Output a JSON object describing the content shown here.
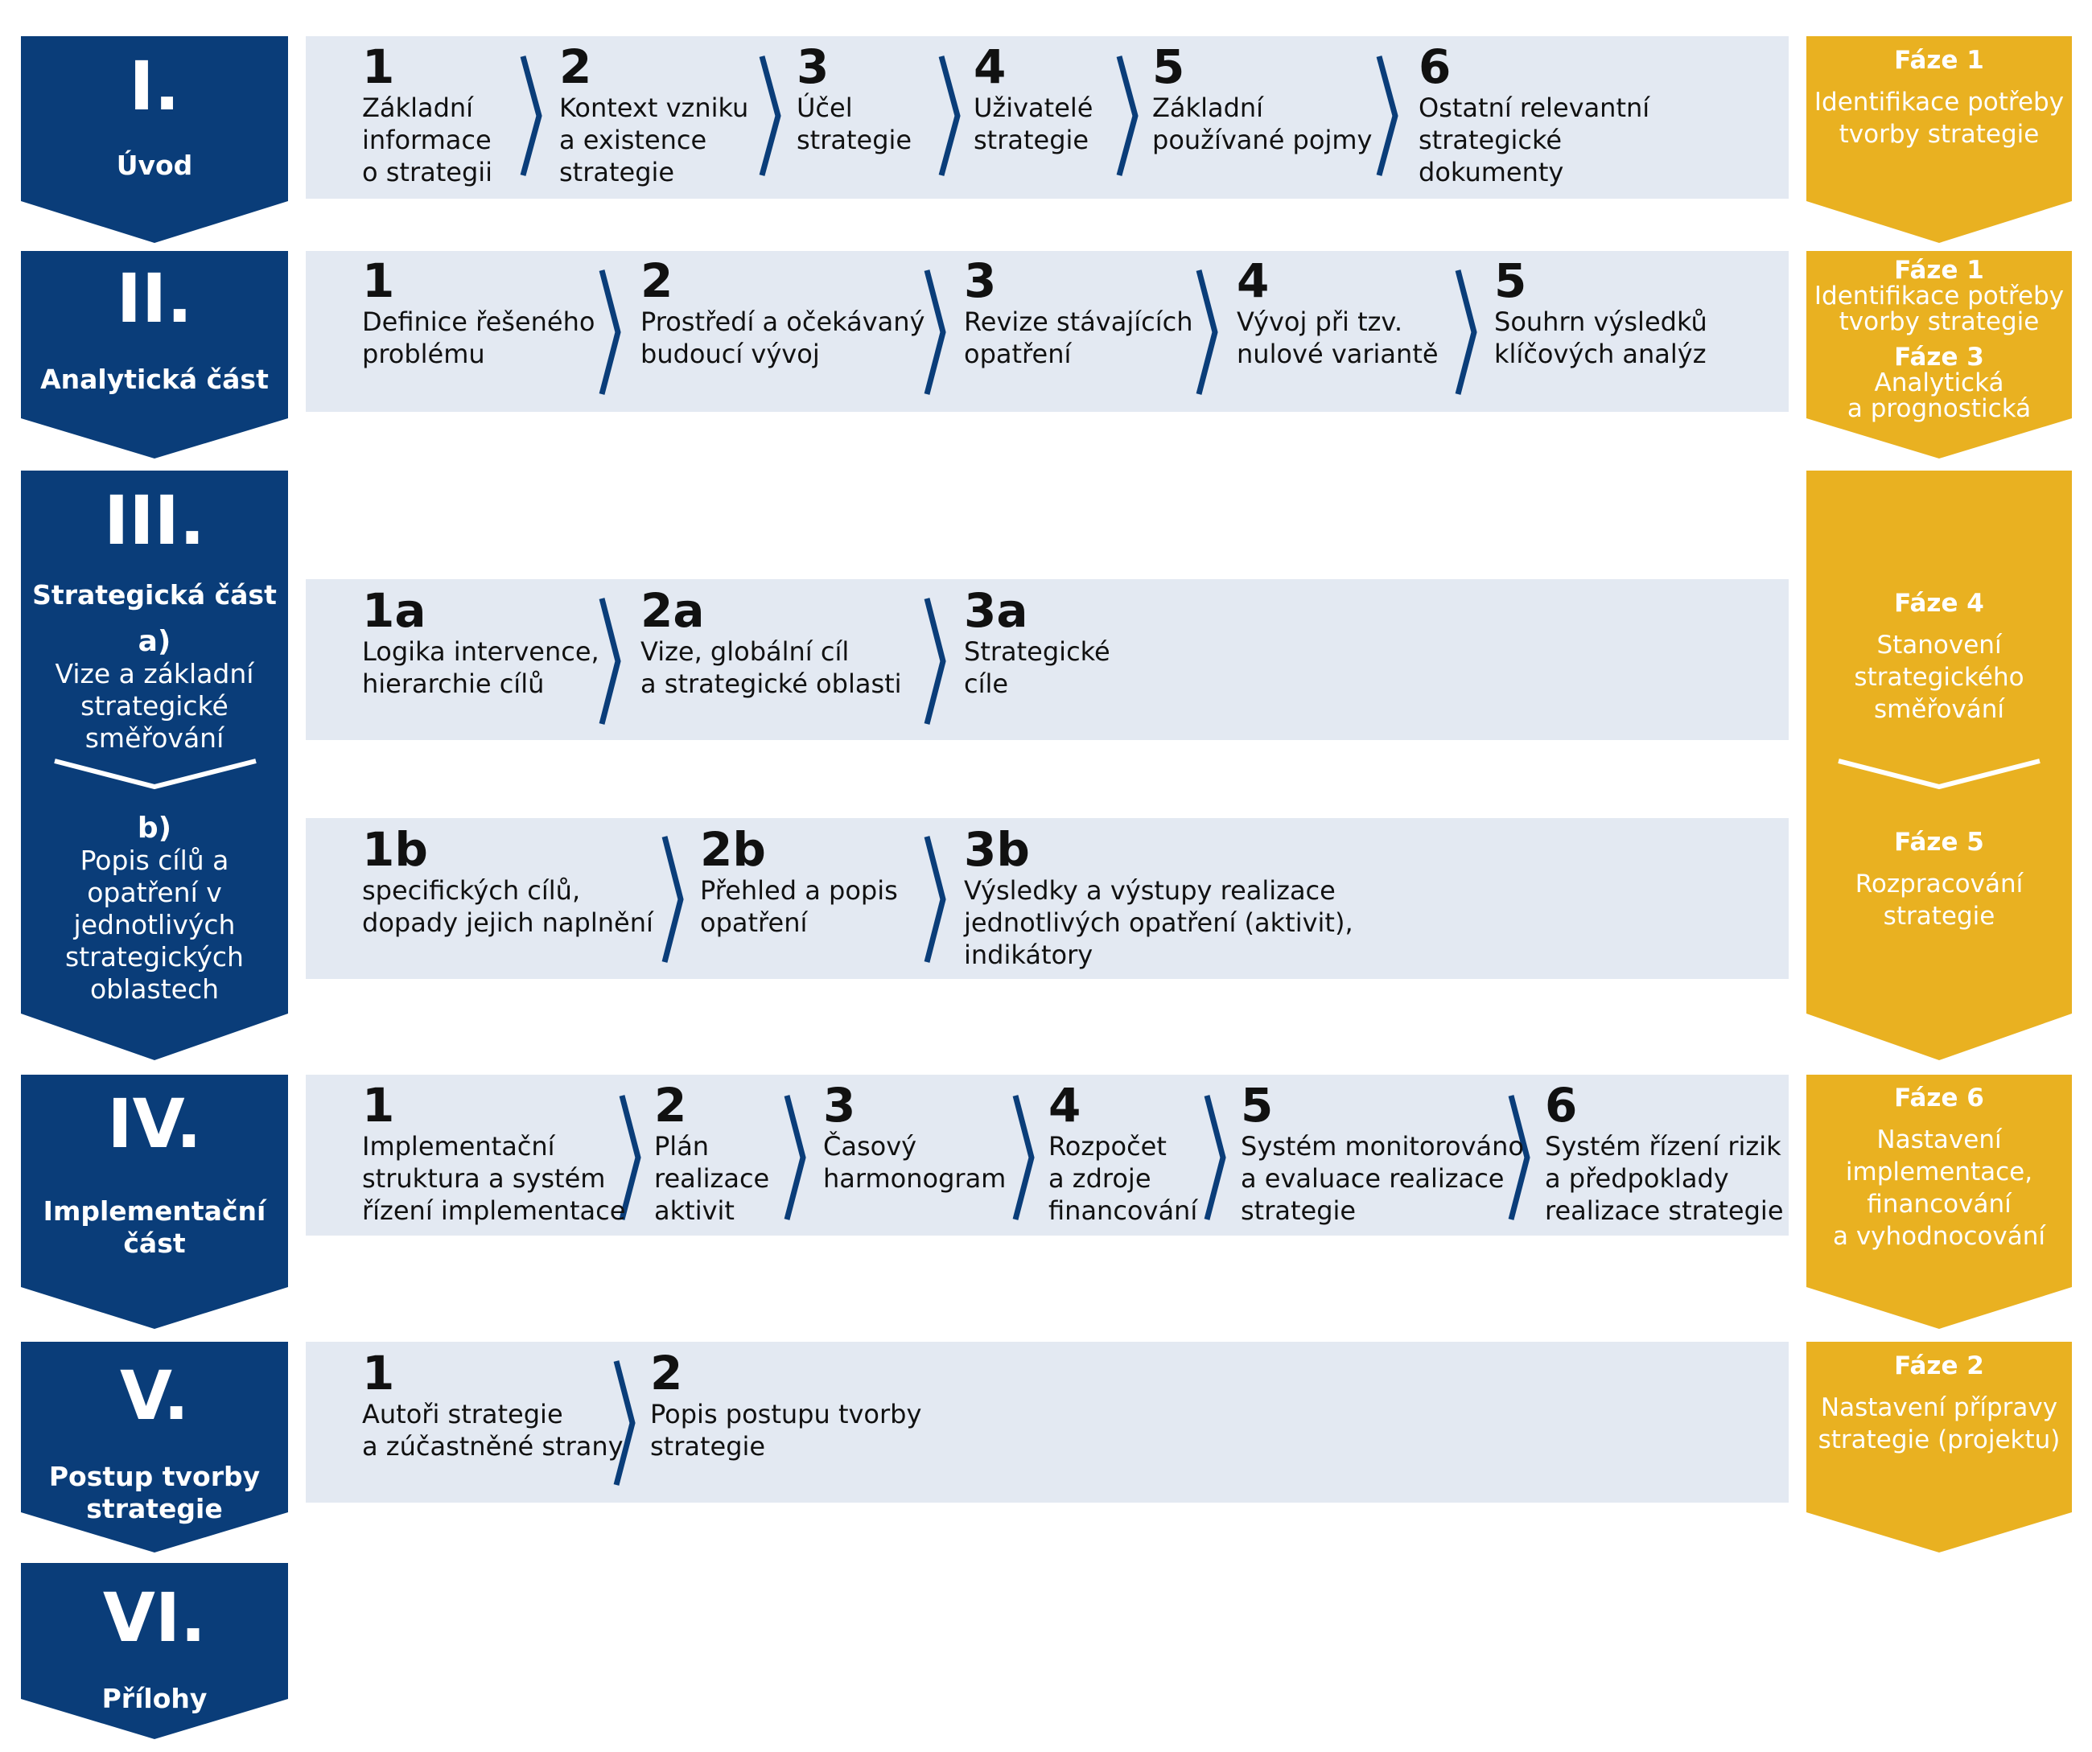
{
  "colors": {
    "navy": "#0a3d79",
    "gold": "#e9b121",
    "band": "#e3e9f2",
    "chevron": "#0a3d79"
  },
  "sections": [
    {
      "roman": "I.",
      "title": "Úvod"
    },
    {
      "roman": "II.",
      "title": "Analytická část"
    },
    {
      "roman": "III.",
      "title": "Strategická část",
      "sub_a_label": "a)",
      "sub_a_text": "Vize a základní strategické směřování",
      "sub_b_label": "b)",
      "sub_b_text": "Popis cílů a opatření v jednotlivých strategických oblastech"
    },
    {
      "roman": "IV.",
      "title": "Implementační část"
    },
    {
      "roman": "V.",
      "title": "Postup tvorby strategie"
    },
    {
      "roman": "VI.",
      "title": "Přílohy"
    }
  ],
  "rows": [
    {
      "steps": [
        {
          "num": "1",
          "text": "Základní\ninformace\no strategii"
        },
        {
          "num": "2",
          "text": "Kontext vzniku\na existence\nstrategie"
        },
        {
          "num": "3",
          "text": "Účel\nstrategie"
        },
        {
          "num": "4",
          "text": "Uživatelé\nstrategie"
        },
        {
          "num": "5",
          "text": "Základní\npoužívané pojmy"
        },
        {
          "num": "6",
          "text": "Ostatní relevantní\nstrategické\ndokumenty"
        }
      ]
    },
    {
      "steps": [
        {
          "num": "1",
          "text": "Definice řešeného\nproblému"
        },
        {
          "num": "2",
          "text": "Prostředí a očekávaný\nbudoucí vývoj"
        },
        {
          "num": "3",
          "text": "Revize stávajících\nopatření"
        },
        {
          "num": "4",
          "text": "Vývoj při tzv.\nnulové variantě"
        },
        {
          "num": "5",
          "text": "Souhrn výsledků\nklíčových analýz"
        }
      ]
    },
    {
      "steps": [
        {
          "num": "1a",
          "text": "Logika intervence,\nhierarchie cílů"
        },
        {
          "num": "2a",
          "text": "Vize, globální cíl\na strategické oblasti"
        },
        {
          "num": "3a",
          "text": "Strategické\ncíle"
        }
      ]
    },
    {
      "steps": [
        {
          "num": "1b",
          "text": "specifických cílů,\ndopady jejich naplnění"
        },
        {
          "num": "2b",
          "text": "Přehled a popis\nopatření"
        },
        {
          "num": "3b",
          "text": "Výsledky a výstupy realizace\njednotlivých opatření (aktivit),\nindikátory"
        }
      ]
    },
    {
      "steps": [
        {
          "num": "1",
          "text": "Implementační\nstruktura a systém\nřízení implementace"
        },
        {
          "num": "2",
          "text": "Plán\nrealizace\naktivit"
        },
        {
          "num": "3",
          "text": "Časový\nharmonogram"
        },
        {
          "num": "4",
          "text": "Rozpočet\na zdroje\nfinancování"
        },
        {
          "num": "5",
          "text": "Systém monitorováno\na evaluace realizace\nstrategie"
        },
        {
          "num": "6",
          "text": "Systém řízení rizik\na předpoklady\nrealizace strategie"
        }
      ]
    },
    {
      "steps": [
        {
          "num": "1",
          "text": "Autoři strategie\na zúčastněné strany"
        },
        {
          "num": "2",
          "text": "Popis postupu tvorby\nstrategie"
        }
      ]
    }
  ],
  "phases": [
    {
      "items": [
        {
          "title": "Fáze 1",
          "desc": "Identifikace potřeby\ntvorby strategie"
        }
      ]
    },
    {
      "items": [
        {
          "title": "Fáze 1",
          "desc": "Identifikace potřeby\ntvorby strategie"
        },
        {
          "title": "Fáze 3",
          "desc": "Analytická\na prognostická"
        }
      ]
    },
    {
      "items": [
        {
          "title": "Fáze 4",
          "desc": "Stanovení\nstrategického\nsměřování"
        }
      ]
    },
    {
      "items": [
        {
          "title": "Fáze 5",
          "desc": "Rozpracování\nstrategie"
        }
      ]
    },
    {
      "items": [
        {
          "title": "Fáze 6",
          "desc": "Nastavení\nimplementace,\nfinancování\na vyhodnocování"
        }
      ]
    },
    {
      "items": [
        {
          "title": "Fáze 2",
          "desc": "Nastavení přípravy\nstrategie (projektu)"
        }
      ]
    }
  ]
}
